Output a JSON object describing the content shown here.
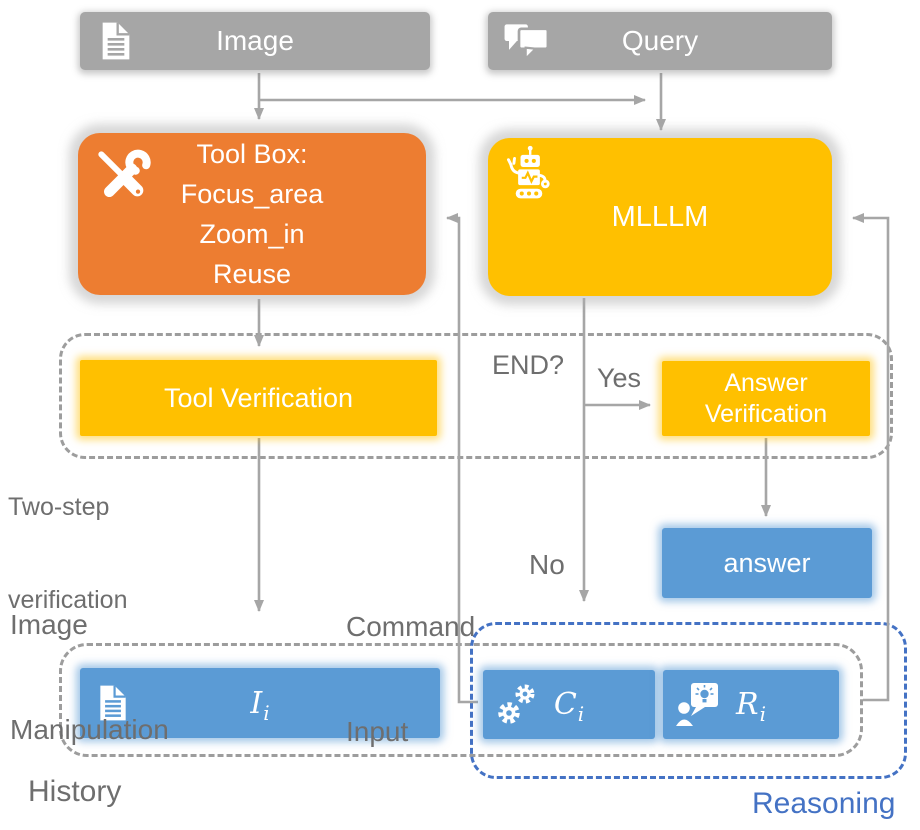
{
  "nodes": {
    "image": {
      "label": "Image"
    },
    "query": {
      "label": "Query"
    },
    "toolbox": {
      "line1": "Tool Box:",
      "line2": "Focus_area",
      "line3": "Zoom_in",
      "line4": "Reuse"
    },
    "mlllm": {
      "label": "MLLLM"
    },
    "tool_verification": {
      "label": "Tool Verification"
    },
    "answer_verification": {
      "line1": "Answer",
      "line2": "Verification"
    },
    "answer": {
      "label": "answer"
    },
    "history_image": {
      "base": "I",
      "sub": "i"
    },
    "command": {
      "base": "C",
      "sub": "i"
    },
    "reasoning_item": {
      "base": "R",
      "sub": "i"
    }
  },
  "labels": {
    "end_question": "END?",
    "yes": "Yes",
    "no": "No",
    "two_step_line1": "Two-step",
    "two_step_line2": "verification",
    "image_manipulation_line1": "Image",
    "image_manipulation_line2": "Manipulation",
    "command_input_line1": "Command",
    "command_input_line2": "Input",
    "history": "History",
    "reasoning": "Reasoning"
  },
  "icons": {
    "image_box": "document-icon",
    "query_box": "chat-bubbles-icon",
    "toolbox": "tools-icon",
    "mlllm": "robot-icon",
    "history_image": "document-icon",
    "command": "gears-icon",
    "reasoning_item": "person-idea-icon"
  },
  "colors": {
    "gray_box": "#a6a6a6",
    "orange_box": "#ed7d31",
    "yellow_box": "#ffc000",
    "blue_box": "#5b9bd5",
    "arrow": "#a6a6a6",
    "label_text": "#6e6e6e",
    "reasoning_accent": "#4472c4",
    "dashed_gray": "#9d9d9d",
    "dashed_blue": "#4472c4"
  }
}
